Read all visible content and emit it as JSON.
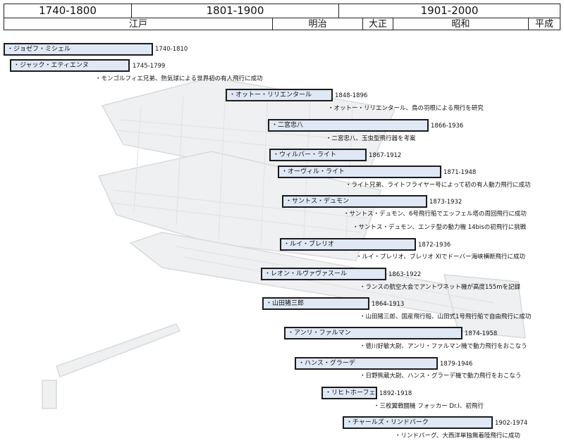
{
  "periods": [
    "1740-1800",
    "1801-1900",
    "1901-2000"
  ],
  "eras": [
    "江戸",
    "明治",
    "大正",
    "昭和",
    "平成"
  ],
  "people": [
    {
      "name": "・ジョゼフ・ミシェル",
      "years": "1740-1810"
    },
    {
      "name": "・ジャック・エティエンヌ",
      "years": "1745-1799"
    },
    {
      "name": "・オットー・リリエンタール",
      "years": "1848-1896"
    },
    {
      "name": "・二宮忠八",
      "years": "1866-1936"
    },
    {
      "name": "・ウィルバー・ライト",
      "years": "1867-1912"
    },
    {
      "name": "・オーヴィル・ライト",
      "years": "1871-1948"
    },
    {
      "name": "・サントス・デュモン",
      "years": "1873-1932"
    },
    {
      "name": "・ルイ・ブレリオ",
      "years": "1872-1936"
    },
    {
      "name": "・レオン・ルヴァヴァスール",
      "years": "1863-1922"
    },
    {
      "name": "・山田猪三郎",
      "years": "1864-1913"
    },
    {
      "name": "・アンリ・ファルマン",
      "years": "1874-1958"
    },
    {
      "name": "・ハンス・グラーデ",
      "years": "1879-1946"
    },
    {
      "name": "・リヒトホーフェン",
      "years": "1892-1918"
    },
    {
      "name": "・チャールズ・リンドバーク",
      "years": "1902-1974"
    }
  ],
  "notes": [
    "・モンゴルフィエ兄弟、熱気球による世界初の有人飛行に成功",
    "・オットー・リリエンタール、鳥の羽根による飛行を研究",
    "・二宮忠八、玉虫型飛行器を考案",
    "・ライト兄弟、ライトフライヤー号によって初の有人動力飛行に成功",
    "・サントス・デュモン、6号飛行船でエッフェル塔の周回飛行に成功",
    "・サントス・デュモン、エンテ型の動力機 14bisの初飛行に挑戦",
    "・ルイ・ブレリオ、ブレリオ XIでドーバー海峡横断飛行に成功",
    "・ランスの航空大会でアントワネット機が高度155mを記録",
    "・山田猪三郎、国産飛行船、山田式1号飛行船で自由飛行に成功",
    "・徳川好敏大尉、アンリ・ファルマン機で動力飛行をおこなう",
    "・日野熊蔵大尉、ハンス・グラーデ機で動力飛行をおこなう",
    "・三枚翼戦闘機 フォッカー Dr.I、初飛行",
    "・リンドバーグ、大西洋単独無着陸飛行に成功"
  ]
}
